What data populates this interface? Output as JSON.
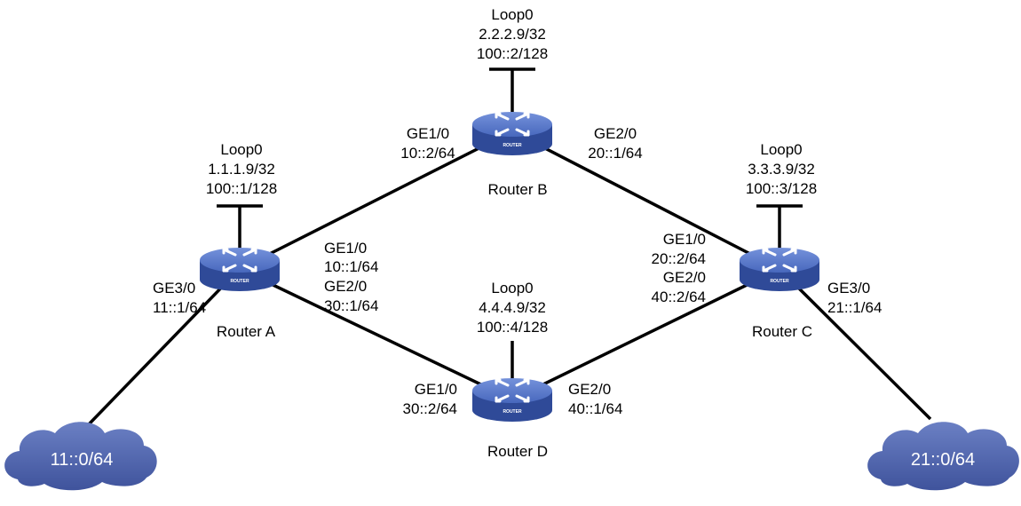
{
  "colors": {
    "router_body": "#3a56a8",
    "router_top": "#5b79c9",
    "cloud": "#4a5fa8",
    "link": "#000000"
  },
  "routers": {
    "a": {
      "name": "Router A",
      "badge": "ROUTER",
      "loopback": {
        "name": "Loop0",
        "ipv4": "1.1.1.9/32",
        "ipv6": "100::1/128"
      }
    },
    "b": {
      "name": "Router B",
      "badge": "ROUTER",
      "loopback": {
        "name": "Loop0",
        "ipv4": "2.2.2.9/32",
        "ipv6": "100::2/128"
      }
    },
    "c": {
      "name": "Router C",
      "badge": "ROUTER",
      "loopback": {
        "name": "Loop0",
        "ipv4": "3.3.3.9/32",
        "ipv6": "100::3/128"
      }
    },
    "d": {
      "name": "Router D",
      "badge": "ROUTER",
      "loopback": {
        "name": "Loop0",
        "ipv4": "4.4.4.9/32",
        "ipv6": "100::4/128"
      }
    }
  },
  "interfaces": {
    "a_ge1": {
      "port": "GE1/0",
      "addr": "10::1/64"
    },
    "a_ge2": {
      "port": "GE2/0",
      "addr": "30::1/64"
    },
    "a_ge3": {
      "port": "GE3/0",
      "addr": "11::1/64"
    },
    "b_ge1": {
      "port": "GE1/0",
      "addr": "10::2/64"
    },
    "b_ge2": {
      "port": "GE2/0",
      "addr": "20::1/64"
    },
    "c_ge1": {
      "port": "GE1/0",
      "addr": "20::2/64"
    },
    "c_ge2": {
      "port": "GE2/0",
      "addr": "40::2/64"
    },
    "c_ge3": {
      "port": "GE3/0",
      "addr": "21::1/64"
    },
    "d_ge1": {
      "port": "GE1/0",
      "addr": "30::2/64"
    },
    "d_ge2": {
      "port": "GE2/0",
      "addr": "40::1/64"
    }
  },
  "networks": {
    "left": "11::0/64",
    "right": "21::0/64"
  }
}
